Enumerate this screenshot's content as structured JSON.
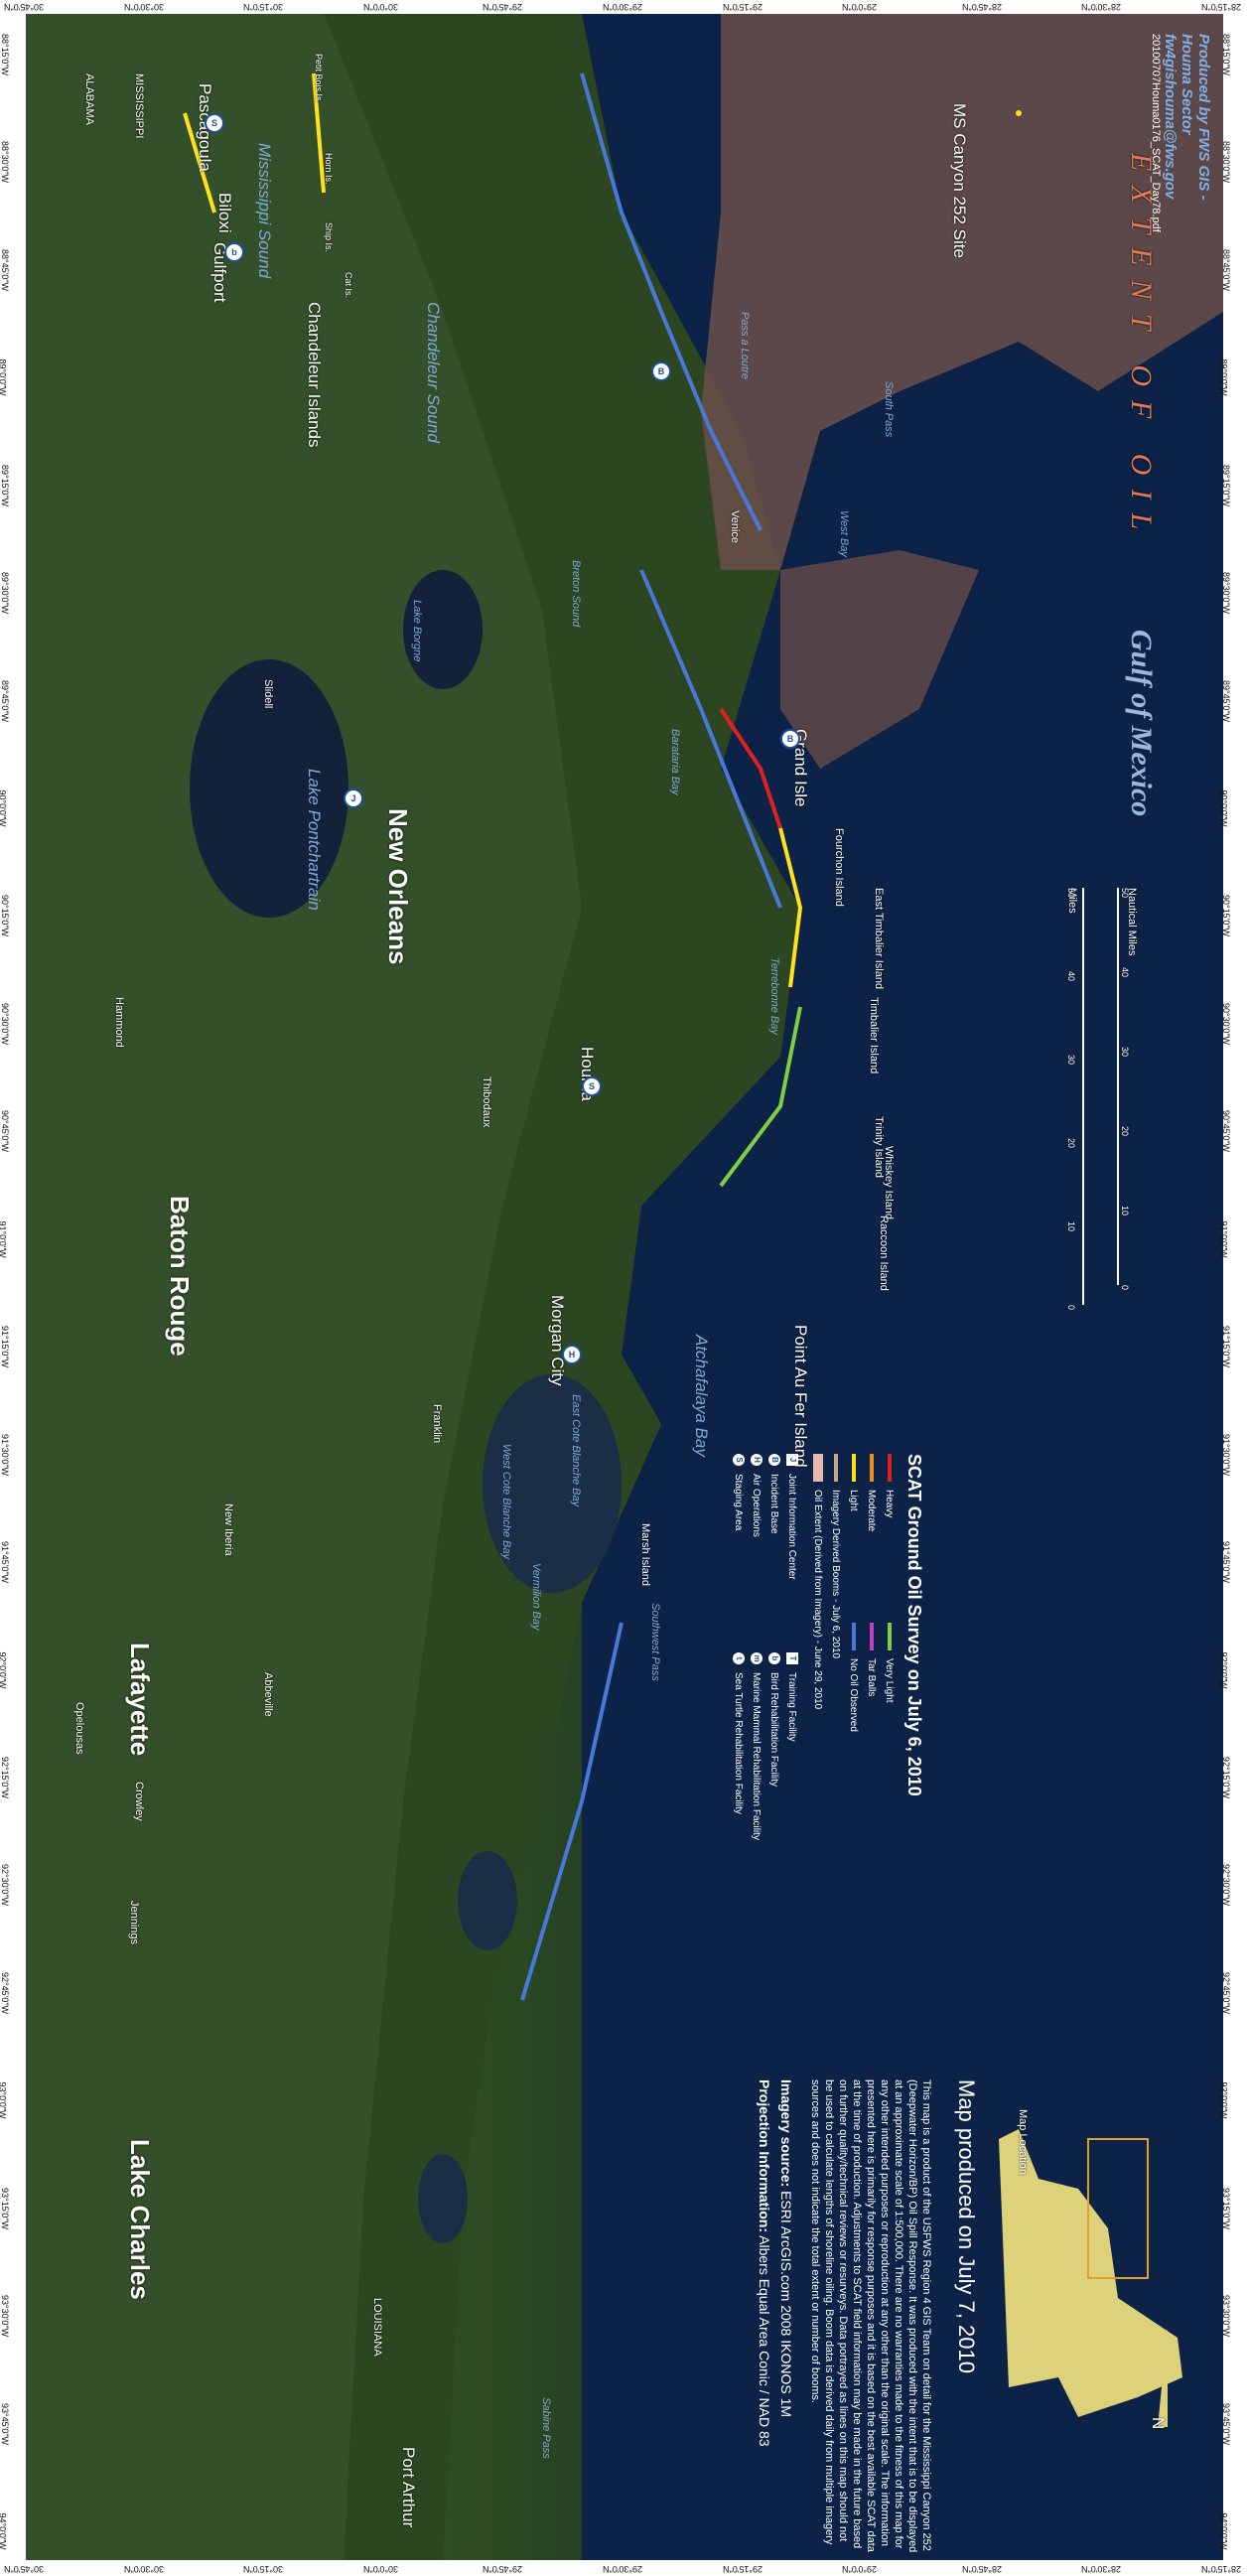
{
  "lat_ticks": [
    "30°45'0\"N",
    "30°30'0\"N",
    "30°15'0\"N",
    "30°0'0\"N",
    "29°45'0\"N",
    "29°30'0\"N",
    "29°15'0\"N",
    "29°0'0\"N",
    "28°45'0\"N",
    "28°30'0\"N",
    "28°15'0\"N"
  ],
  "lon_ticks": [
    "88°15'0\"W",
    "88°30'0\"W",
    "88°45'0\"W",
    "89°0'0\"W",
    "89°15'0\"W",
    "89°30'0\"W",
    "89°45'0\"W",
    "90°0'0\"W",
    "90°15'0\"W",
    "90°30'0\"W",
    "90°45'0\"W",
    "91°0'0\"W",
    "91°15'0\"W",
    "91°30'0\"W",
    "91°45'0\"W",
    "92°0'0\"W",
    "92°15'0\"W",
    "92°30'0\"W",
    "92°45'0\"W",
    "93°0'0\"W",
    "93°15'0\"W",
    "93°30'0\"W",
    "93°45'0\"W",
    "94°0'0\"W"
  ],
  "places": {
    "baton_rouge": "Baton Rouge",
    "lafayette": "Lafayette",
    "lake_charles": "Lake Charles",
    "new_orleans": "New Orleans",
    "houma": "Houma",
    "morgan_city": "Morgan City",
    "gulfport": "Gulfport",
    "biloxi": "Biloxi",
    "pascagoula": "Pascagoula",
    "port_arthur": "Port Arthur",
    "grand_isle": "Grand Isle",
    "venice": "Venice",
    "slidell": "Slidell",
    "mississippi_state": "MISSISSIPPI",
    "alabama_state": "ALABAMA",
    "louisiana_state": "LOUISIANA",
    "abbeville": "Abbeville",
    "new_iberia": "New Iberia",
    "opelousas": "Opelousas",
    "crowley": "Crowley",
    "jennings": "Jennings",
    "franklin": "Franklin",
    "thibodaux": "Thibodaux",
    "hammond": "Hammond"
  },
  "waters": {
    "gulf": "Gulf of Mexico",
    "lake_pontchartrain": "Lake Pontchartrain",
    "mississippi_sound": "Mississippi Sound",
    "chandeleur_sound": "Chandeleur Sound",
    "breton_sound": "Breton Sound",
    "barataria_bay": "Barataria Bay",
    "terrebonne_bay": "Terrebonne Bay",
    "atchafalaya_bay": "Atchafalaya Bay",
    "vermilion_bay": "Vermilion Bay",
    "west_cote_blanche": "West Cote Blanche Bay",
    "east_cote_blanche": "East Cote Blanche Bay",
    "southwest_pass": "Southwest Pass",
    "sabine_pass": "Sabine Pass",
    "lake_borgne": "Lake Borgne",
    "west_bay": "West Bay",
    "south_pass": "South Pass",
    "pass_a_loutre": "Pass a Loutre"
  },
  "islands": {
    "chandeleur": "Chandeleur Islands",
    "timbalier": "Timbalier Island",
    "east_timbalier": "East Timbalier Island",
    "trinity": "Trinity Island",
    "whiskey": "Whiskey Island",
    "raccoon": "Raccoon Island",
    "point_au_fer": "Point Au Fer Island",
    "marsh": "Marsh Island",
    "fourchon": "Fourchon Island",
    "ship": "Ship Is.",
    "horn": "Horn Is.",
    "cat": "Cat Is.",
    "petit_bois": "Petit Bois Is."
  },
  "extent_label": "EXTENT OF OIL",
  "ms_canyon": "MS Canyon 252 Site",
  "credit": {
    "line1": "Produced by FWS GIS - Houma Sector",
    "line2": "fw4gishouma@fws.gov",
    "file": "20100707Houma0176_SCAT_Day78.pdf"
  },
  "scale": {
    "miles_label": "Miles",
    "nm_label": "Nautical Miles",
    "miles": [
      "0",
      "10",
      "20",
      "30",
      "40",
      "50"
    ],
    "nm": [
      "0",
      "10",
      "20",
      "30",
      "40",
      "50"
    ]
  },
  "legend": {
    "title": "SCAT Ground Oil Survey on July 6, 2010",
    "categories": [
      {
        "label": "Heavy",
        "color": "#e02020"
      },
      {
        "label": "Moderate",
        "color": "#f08a1a"
      },
      {
        "label": "Light",
        "color": "#ffe21a"
      },
      {
        "label": "Very Light",
        "color": "#7ed040"
      },
      {
        "label": "Tar Balls",
        "color": "#c040c0"
      },
      {
        "label": "No Oil Observed",
        "color": "#4a78d8"
      }
    ],
    "booms": "Imagery Derived Booms - July 6, 2010",
    "oil_extent": "Oil Extent (Derived from Imagery) - June 29, 2010",
    "facilities": [
      {
        "label": "Joint Information Center",
        "code": "J"
      },
      {
        "label": "Incident Base",
        "code": "B"
      },
      {
        "label": "Air Operations",
        "code": "H"
      },
      {
        "label": "Staging Area",
        "code": "S"
      },
      {
        "label": "Training Facility",
        "code": "T"
      },
      {
        "label": "Bird Rehabilitation Facility",
        "code": "b"
      },
      {
        "label": "Marine Mammal Rehabilitation Facility",
        "code": "m"
      },
      {
        "label": "Sea Turtle Rehabilitation Facility",
        "code": "t"
      }
    ]
  },
  "produced": "Map produced on July 7, 2010",
  "map_location": "Map Location",
  "disclaimer": "This map is a product of the USFWS Region 4 GIS Team on detail for the Mississippi Canyon 252 (Deepwater Horizon/BP) Oil Spill Response. It was produced with the intent that is to be displayed at an approximate scale of 1:500,000. There are no warranties made to the fitness of this map for any other intended purposes or reproduction at any other than the original scale. The information presented here is primarily for response purposes and it is based on the best available SCAT data at the time of production. Adjustments to SCAT field information may be made in the future based on further quality/technical reviews or resurveys. Data portrayed as lines on this map should not be used to calculate lengths of shoreline oiling. Boom data is derived daily from multiple imagery sources and does not indicate the total extent or number of booms.",
  "imagery_source_label": "Imagery source:",
  "imagery_source": "ESRI ArcGIS.com 2008 IKONOS 1M",
  "projection_label": "Projection Information:",
  "projection": "Albers Equal Area Conic / NAD 83",
  "north": "N"
}
